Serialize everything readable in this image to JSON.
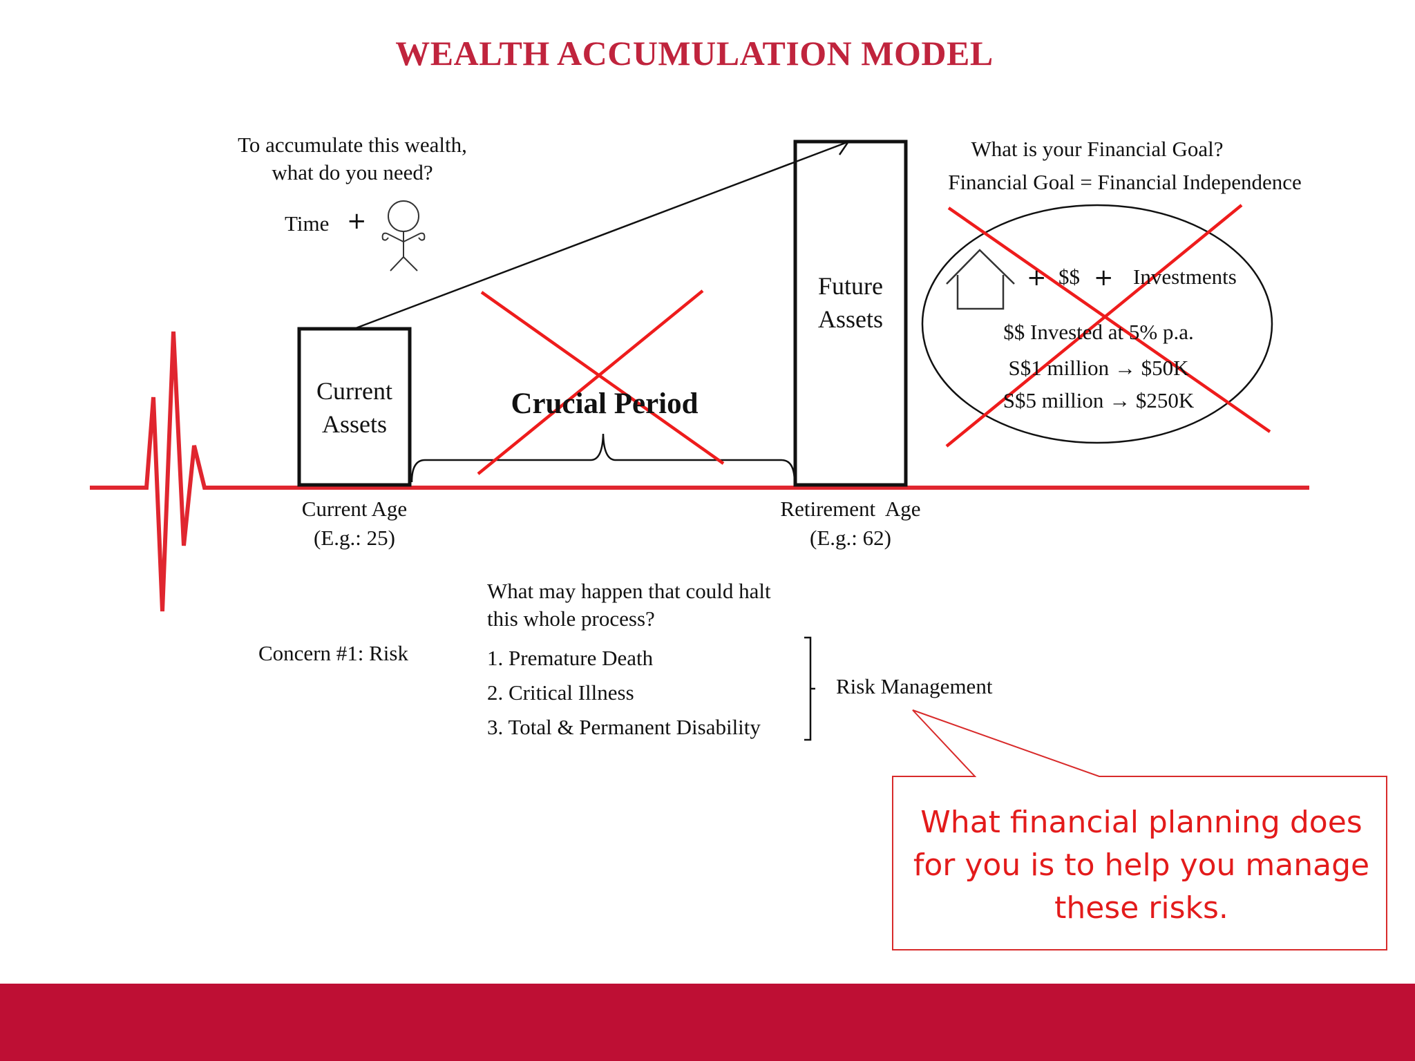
{
  "title": "WEALTH ACCUMULATION MODEL",
  "question_wealth": {
    "line1": "To accumulate this wealth,",
    "line2": "what do you need?"
  },
  "time_label": "Time",
  "plus_sign": "+",
  "current_assets": {
    "line1": "Current",
    "line2": "Assets"
  },
  "future_assets": {
    "line1": "Future",
    "line2": "Assets"
  },
  "crucial_period": "Crucial Period",
  "current_age": {
    "label": "Current Age",
    "example": "(E.g.: 25)"
  },
  "retirement_age": {
    "label": "Retirement  Age",
    "example": "(E.g.: 62)"
  },
  "financial_goal": {
    "question": "What is your Financial Goal?",
    "equation": "Financial Goal = Financial Independence"
  },
  "goal_circle": {
    "dollars": "$$",
    "investments": "Investments",
    "rate_line": "$$ Invested at 5% p.a.",
    "example1": "S$1 million → $50K",
    "example2": "S$5 million → $250K"
  },
  "halt_question": {
    "line1": "What may happen that could halt",
    "line2": "this whole process?"
  },
  "concern": "Concern #1: Risk",
  "risks": [
    "1. Premature Death",
    "2. Critical Illness",
    "3. Total & Permanent Disability"
  ],
  "risk_management": "Risk Management",
  "callout": "What financial planning does for you is to help you manage these risks.",
  "colors": {
    "title": "#c0243d",
    "heartbeat": "#e0262f",
    "cross": "#ee1c1c",
    "callout_text": "#e31b1b",
    "callout_border": "#d82a2a",
    "footer": "#be0f34"
  },
  "icons": [
    "house-icon",
    "stick-figure-icon",
    "arrow-right-icon"
  ]
}
